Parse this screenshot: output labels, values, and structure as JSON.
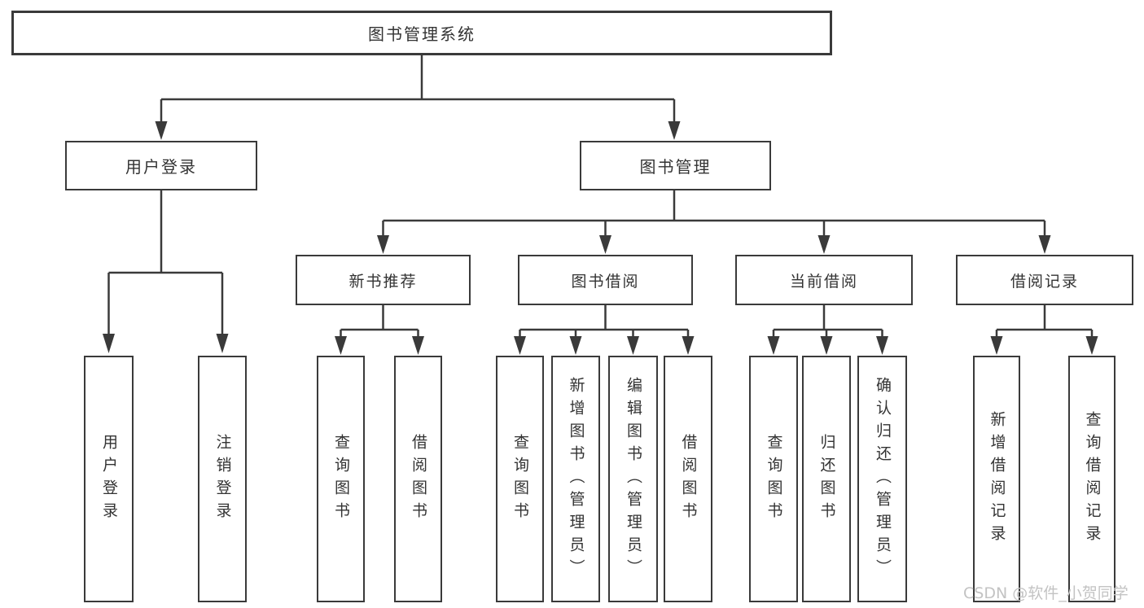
{
  "diagram": {
    "title": "图书管理系统",
    "level2": {
      "user_login": "用户登录",
      "book_mgmt": "图书管理"
    },
    "level3": {
      "new_books": "新书推荐",
      "book_borrow": "图书借阅",
      "current_borrow": "当前借阅",
      "borrow_records": "借阅记录"
    },
    "leaves": {
      "user_login": [
        "用户登录",
        "注销登录"
      ],
      "new_books": [
        "查询图书",
        "借阅图书"
      ],
      "book_borrow": [
        "查询图书",
        "新增图书（管理员）",
        "编辑图书（管理员）",
        "借阅图书"
      ],
      "current_borrow": [
        "查询图书",
        "归还图书",
        "确认归还（管理员）"
      ],
      "borrow_records": [
        "新增借阅记录",
        "查询借阅记录"
      ]
    }
  },
  "watermark": "CSDN @软件_小贺同学",
  "colors": {
    "line": "#3a3a3a",
    "text": "#333333",
    "box_fill": "#ffffff",
    "watermark": "#c3c3c3",
    "background": "#ffffff"
  }
}
